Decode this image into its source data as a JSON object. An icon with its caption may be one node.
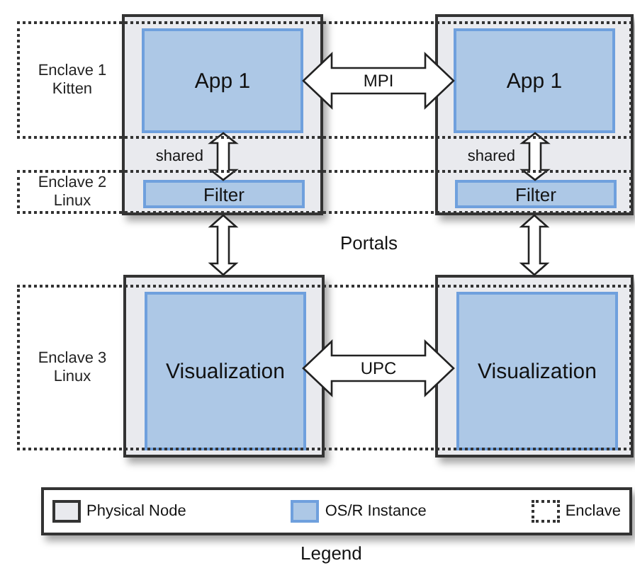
{
  "diagram": {
    "nodes": [
      {
        "text": [
          "Enclave 1 Kitten"
        ]
      },
      {
        "text": [
          "Enclave 2 Linux"
        ]
      },
      {
        "text": [
          "Enclave 3 Linux"
        ]
      },
      {
        "text": [],
        "shape": "box"
      },
      {
        "text": [
          "App 1"
        ]
      },
      {
        "text": [
          "Filter"
        ]
      },
      {
        "text": [],
        "shape": "box"
      },
      {
        "text": [
          "App 1"
        ]
      },
      {
        "text": [
          "Filter"
        ]
      },
      {
        "text": [],
        "shape": "box"
      },
      {
        "text": [
          "Visualization"
        ],
        "in": 9
      },
      {
        "text": [],
        "shape": "box"
      },
      {
        "text": [
          "Visualization"
        ],
        "in": 11
      }
    ],
    "edges": [
      {
        "from": 4,
        "to": 7,
        "arrow": "both",
        "label": "MPI"
      },
      {
        "from": 4,
        "to": 5,
        "arrow": "both",
        "label": "shared"
      },
      {
        "from": 7,
        "to": 8,
        "arrow": "both",
        "label": "shared"
      },
      {
        "from": 3,
        "to": 9,
        "arrow": "both"
      },
      {
        "from": 6,
        "to": 11,
        "arrow": "both"
      },
      {
        "from": 10,
        "to": 12,
        "arrow": "both",
        "label": "UPC"
      }
    ],
    "labels": [
      "Portals",
      "Legend"
    ],
    "legend": [
      {
        "text": "Physical Node",
        "color": "#e9eaee"
      },
      {
        "text": "OS/R Instance",
        "color": "#adc8e6"
      },
      {
        "text": "Enclave"
      }
    ]
  }
}
